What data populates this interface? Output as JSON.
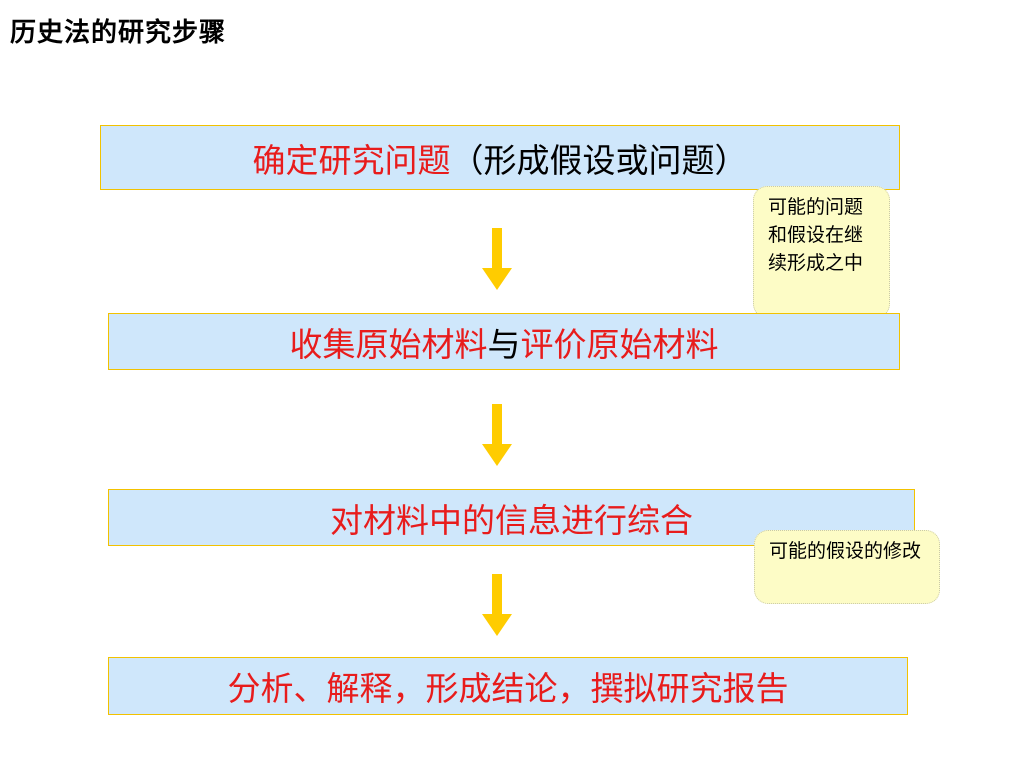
{
  "page_title": "历史法的研究步骤",
  "steps": [
    {
      "main": "确定研究问题",
      "paren": "（形成假设或问题）"
    },
    {
      "part1": "收集原始材料",
      "connector": "与",
      "part2": "评价原始材料"
    },
    {
      "main": "对材料中的信息进行综合"
    },
    {
      "main": "分析、解释，形成结论，撰拟研究报告"
    }
  ],
  "notes": [
    {
      "text": "可能的问题和假设在继续形成之中"
    },
    {
      "text": "可能的假设的修改"
    }
  ],
  "colors": {
    "box_fill": "#cfe7fb",
    "box_border": "#f2c200",
    "red_text": "#e81c1c",
    "arrow": "#ffcc00",
    "note_fill": "#fdfcc6"
  }
}
